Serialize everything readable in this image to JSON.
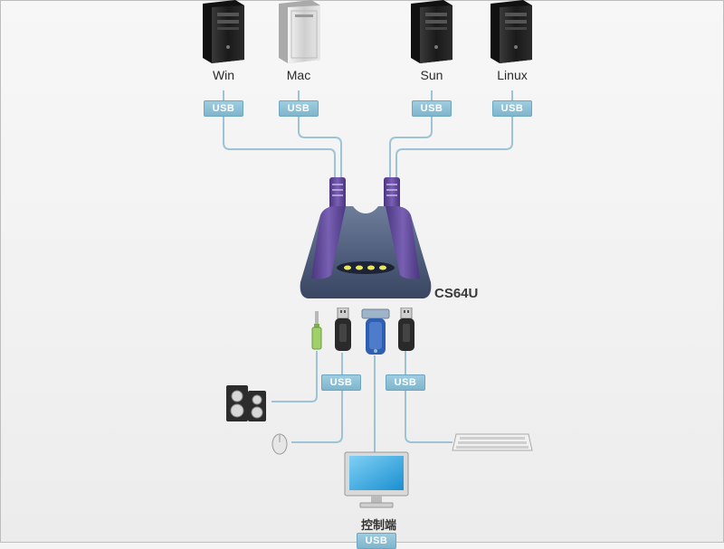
{
  "computers": [
    {
      "label": "Win",
      "color": "#1e1e1e"
    },
    {
      "label": "Mac",
      "color": "#dcdcdc"
    },
    {
      "label": "Sun",
      "color": "#1e1e1e"
    },
    {
      "label": "Linux",
      "color": "#1e1e1e"
    }
  ],
  "usb_label": "USB",
  "switch": {
    "name": "CS64U",
    "body_color": "#4b5a78",
    "accent_color": "#6a4fa1",
    "led_color": "#e8e85a"
  },
  "console": {
    "label": "控制端",
    "usb_label": "USB"
  },
  "line_color": "#9cc4d6",
  "usb_badge_color": "#86bad0"
}
